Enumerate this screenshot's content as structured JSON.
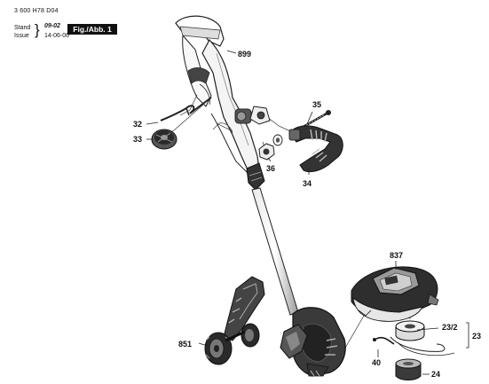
{
  "header": {
    "part_number": "3 600 H78 D04",
    "stand_label": "Stand",
    "issue_label": "Issue",
    "stand_code": "09-02",
    "issue_date": "14-06-06",
    "figure_badge": "Fig./Abb. 1"
  },
  "part_labels": {
    "p899": "899",
    "p35": "35",
    "p32": "32",
    "p33": "33",
    "p36": "36",
    "p34": "34",
    "p837": "837",
    "p23_2": "23/2",
    "p23": "23",
    "p851": "851",
    "p40": "40",
    "p24": "24"
  }
}
